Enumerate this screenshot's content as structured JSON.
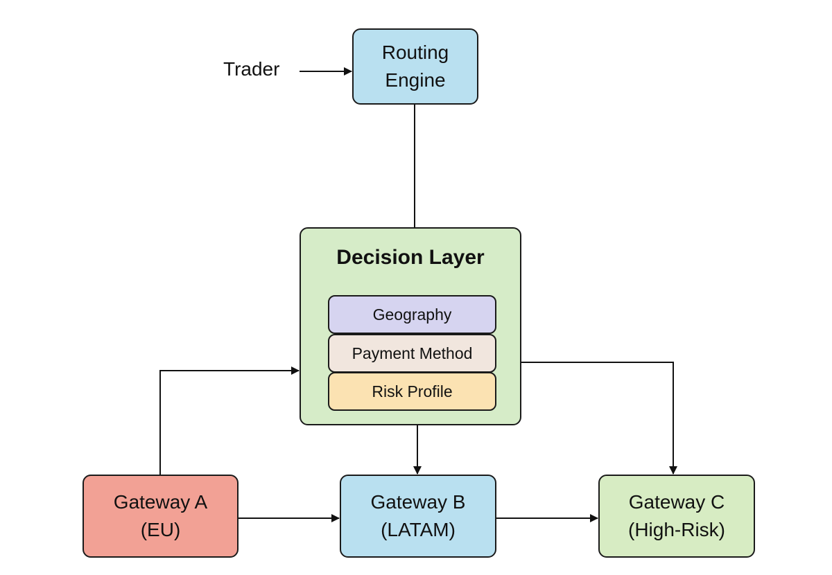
{
  "diagram": {
    "input_label": "Trader",
    "routing_engine": {
      "line1": "Routing",
      "line2": "Engine",
      "color": "#b9e0f0"
    },
    "decision_layer": {
      "title": "Decision Layer",
      "color": "#d6ecc8",
      "factors": [
        {
          "label": "Geography",
          "color": "#d6d4f0"
        },
        {
          "label": "Payment Method",
          "color": "#f1e6de"
        },
        {
          "label": "Risk Profile",
          "color": "#fbe2b2"
        }
      ]
    },
    "gateways": [
      {
        "line1": "Gateway A",
        "line2": "(EU)",
        "color": "#f2a195"
      },
      {
        "line1": "Gateway B",
        "line2": "(LATAM)",
        "color": "#b9e0f0"
      },
      {
        "line1": "Gateway C",
        "line2": "(High-Risk)",
        "color": "#d7ecc3"
      }
    ],
    "edges": [
      {
        "from": "Trader",
        "to": "Routing Engine",
        "arrow": true
      },
      {
        "from": "Routing Engine",
        "to": "Decision Layer",
        "arrow": false
      },
      {
        "from": "Decision Layer",
        "to": "Gateway B (LATAM)",
        "arrow": true
      },
      {
        "from": "Decision Layer",
        "to": "Gateway C (High-Risk)",
        "arrow": true
      },
      {
        "from": "Gateway A (EU)",
        "to": "Decision Layer",
        "arrow": true
      },
      {
        "from": "Gateway A (EU)",
        "to": "Gateway B (LATAM)",
        "arrow": true
      },
      {
        "from": "Gateway B (LATAM)",
        "to": "Gateway C (High-Risk)",
        "arrow": true
      }
    ]
  }
}
